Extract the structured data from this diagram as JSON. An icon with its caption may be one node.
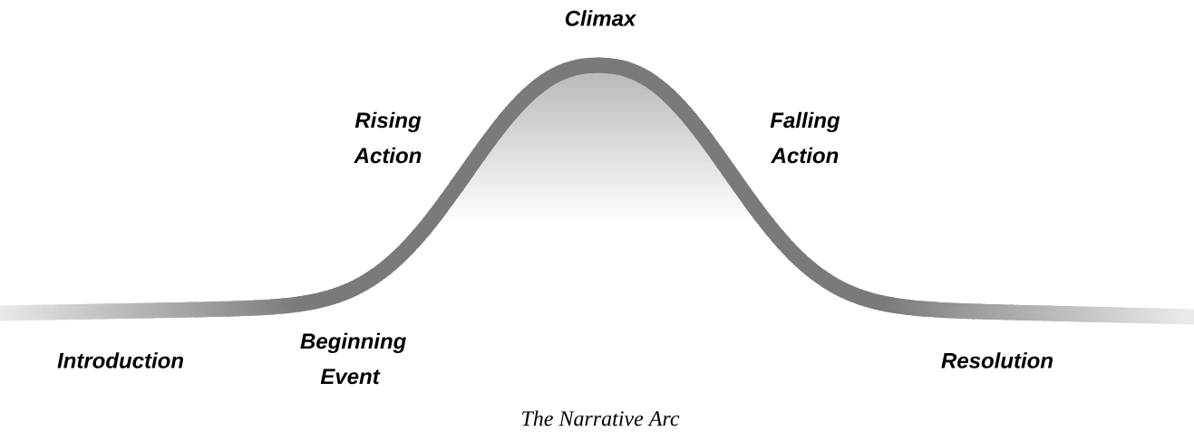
{
  "diagram": {
    "caption": "The Narrative Arc",
    "labels": [
      "Climax",
      "Rising Action",
      "Falling Action",
      "Beginning Event",
      "Introduction",
      "Resolution"
    ]
  }
}
